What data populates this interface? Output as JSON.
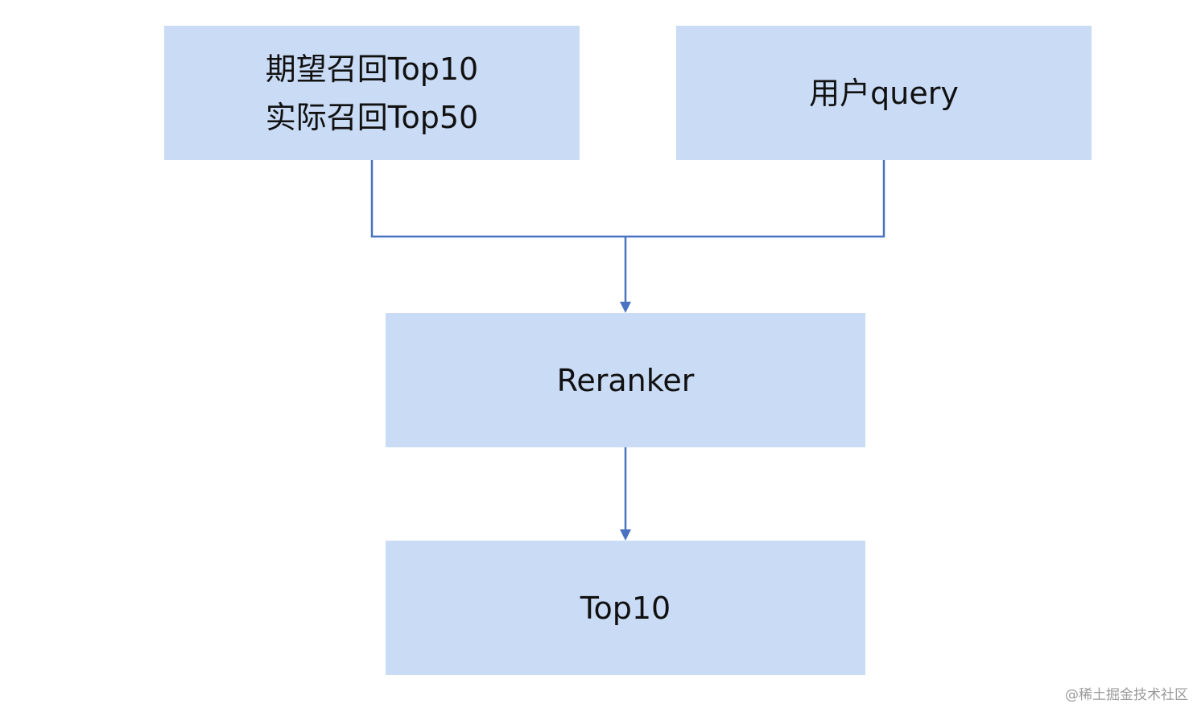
{
  "diagram": {
    "nodes": {
      "recall": {
        "line1": "期望召回Top10",
        "line2": "实际召回Top50"
      },
      "query": {
        "label": "用户query"
      },
      "reranker": {
        "label": "Reranker"
      },
      "top10": {
        "label": "Top10"
      }
    },
    "edges": [
      {
        "from": "recall",
        "to": "reranker"
      },
      {
        "from": "query",
        "to": "reranker"
      },
      {
        "from": "reranker",
        "to": "top10"
      }
    ],
    "colors": {
      "node_fill": "#c9dbf5",
      "connector": "#4a72c0",
      "text": "#111111"
    }
  },
  "watermark": "@稀土掘金技术社区"
}
